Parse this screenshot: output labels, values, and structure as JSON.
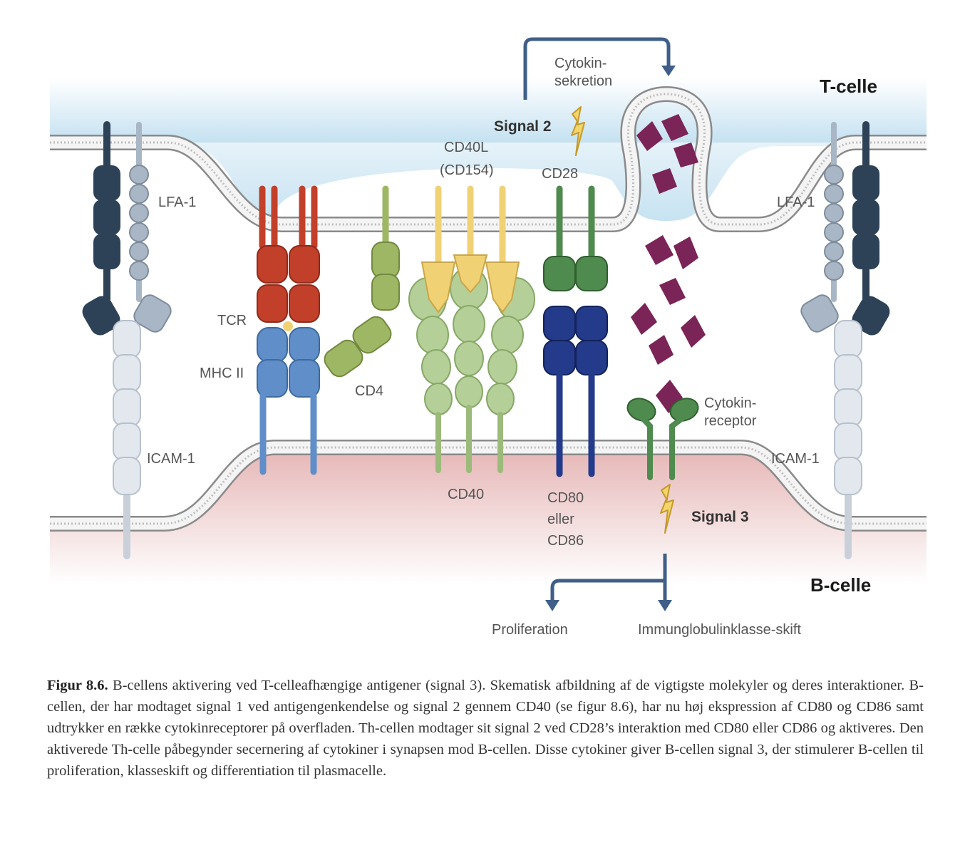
{
  "cells": {
    "t_cell": "T-celle",
    "b_cell": "B-celle"
  },
  "labels": {
    "cytokine_secretion_line1": "Cytokin-",
    "cytokine_secretion_line2": "sekretion",
    "signal2": "Signal 2",
    "signal3": "Signal 3",
    "cd40l_line1": "CD40L",
    "cd40l_line2": "(CD154)",
    "cd28": "CD28",
    "lfa1_left": "LFA-1",
    "lfa1_right": "LFA-1",
    "tcr": "TCR",
    "mhc2": "MHC II",
    "cd4": "CD4",
    "cd40": "CD40",
    "cd80_line1": "CD80",
    "cd80_line2": "eller",
    "cd80_line3": "CD86",
    "cytokine_receptor_line1": "Cytokin-",
    "cytokine_receptor_line2": "receptor",
    "icam1_left": "ICAM-1",
    "icam1_right": "ICAM-1",
    "proliferation": "Proliferation",
    "class_switch": "Immunglobulinklasse-skift"
  },
  "caption": {
    "title": "Figur 8.6.",
    "text": "B-cellens aktivering ved T-celleafhængige antigener (signal 3). Skematisk afbildning af de vigtigste molekyler og deres interaktioner. B-cellen, der har modtaget signal 1 ved antigengenkendelse og signal 2 gennem CD40 (se figur 8.6), har nu høj ekspression af CD80 og CD86 samt udtrykker en række cytokinreceptorer på overfladen. Th-cellen modtager sit signal 2 ved CD28’s interaktion med CD80 eller CD86 og aktiveres. Den aktiverede Th-celle påbegynder secernering af cytokiner i synapsen mod B-cellen. Disse cytokiner giver B-cellen signal 3, der stimulerer B-cellen til proliferation, klasseskift og differentiation til plasmacelle."
  },
  "colors": {
    "t_cell_fill": "#c7e3f2",
    "b_cell_fill": "#e8bcbc",
    "lfa1_dark": "#2e4257",
    "lfa1_light": "#a9b6c6",
    "icam1": "#e3e8ef",
    "tcr": "#c2402a",
    "mhc2": "#5f8ec8",
    "cd4": "#9eb764",
    "cd40l": "#f0d275",
    "cd40": "#b5cf98",
    "cd28": "#4f8a4e",
    "cd80": "#243a8a",
    "cytokine": "#7a2457",
    "cytokine_receptor": "#4f8a4e",
    "arrow": "#3f5f88",
    "lightning": "#f3d56a"
  }
}
